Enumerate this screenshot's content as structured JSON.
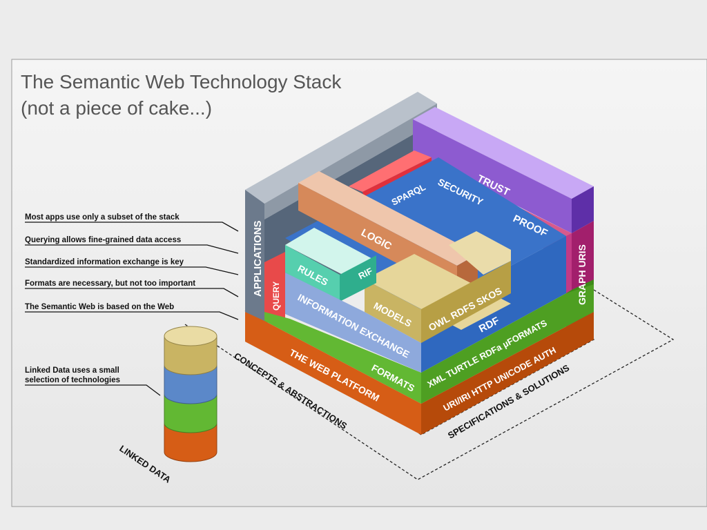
{
  "title": {
    "line1": "The Semantic Web Technology Stack",
    "line2": "(not a piece of cake...)"
  },
  "annotations": [
    "Most apps use only a subset of the stack",
    "Querying allows fine-grained data access",
    "Standardized information exchange is key",
    "Formats are necessary, but not too important",
    "The Semantic Web is based on the Web"
  ],
  "linked_data": {
    "note_line1": "Linked Data uses a small",
    "note_line2": "selection of technologies",
    "label": "LINKED DATA",
    "layer_colors": [
      "#c9b463",
      "#5b88c9",
      "#62b833",
      "#d65d16"
    ]
  },
  "axes": {
    "left": "CONCEPTS & ABSTRACTIONS",
    "right": "SPECIFICATIONS & SOLUTIONS"
  },
  "blocks": {
    "applications": "APPLICATIONS",
    "graph_uris": "GRAPH URIS",
    "trust": "TRUST",
    "proof": "PROOF",
    "security": "SECURITY",
    "sparql": "SPARQL",
    "logic": "LOGIC",
    "rules": "RULES",
    "rif": "RIF",
    "query": "QUERY",
    "models": "MODELS",
    "owl": "OWL  RDFS  SKOS",
    "information_exchange": "INFORMATION EXCHANGE",
    "rdf": "RDF",
    "formats": "FORMATS",
    "xml": "XML TURTLE RDFa µFORMATS",
    "web_platform": "THE WEB PLATFORM",
    "uri": "URI/IRI  HTTP  UNICODE  AUTH"
  },
  "colors": {
    "background": "#ececec",
    "panel": "#f2f2f2",
    "orange": "#d65d16",
    "green": "#62b833",
    "blue": "#2f68bf",
    "light_blue": "#8ea9dc",
    "gold": "#c9b463",
    "purple": "#8d5bd0",
    "pink": "#d75a8c",
    "slate": "#58687a",
    "red": "#e84a4a",
    "teal": "#56cfae",
    "logic": "#dc9a6f"
  }
}
